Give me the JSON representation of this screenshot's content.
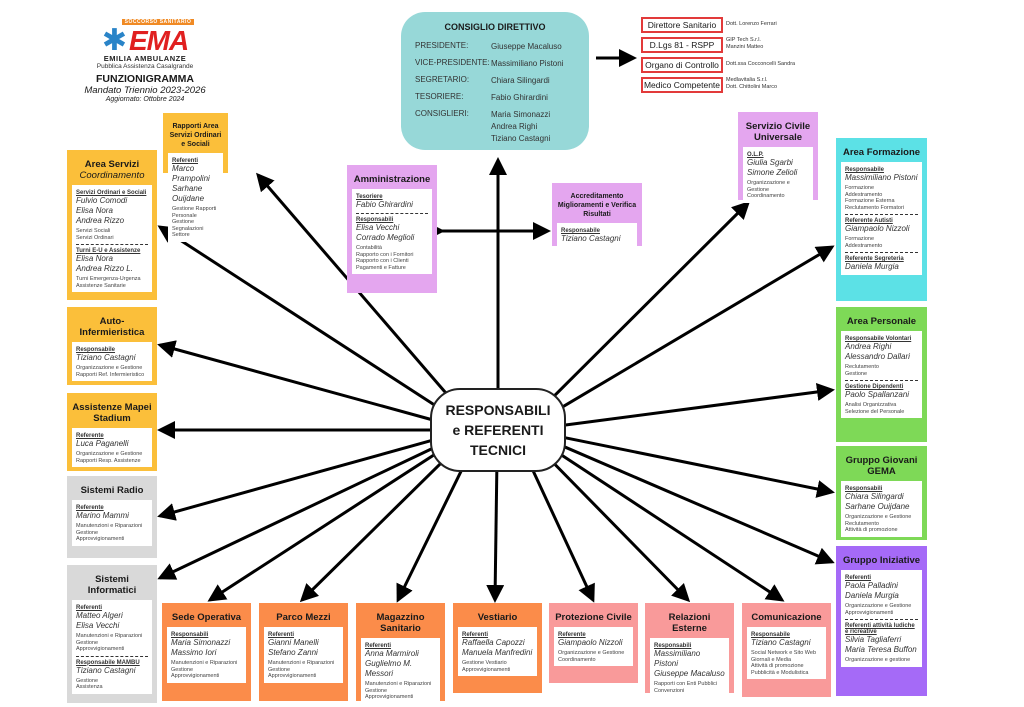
{
  "logo": {
    "badge": "SOCCORSO SANITARIO",
    "brand": "EMA",
    "name": "EMILIA AMBULANZE",
    "org": "Pubblica Assistenza Casalgrande",
    "title": "FUNZIONIGRAMMA",
    "mandate": "Mandato Triennio 2023-2026",
    "updated": "Aggiornato: Ottobre 2024"
  },
  "board": {
    "title": "CONSIGLIO DIRETTIVO",
    "rows": [
      {
        "role": "PRESIDENTE:",
        "names": [
          "Giuseppe Macaluso"
        ]
      },
      {
        "role": "VICE-PRESIDENTE:",
        "names": [
          "Massimiliano Pistoni"
        ]
      },
      {
        "role": "SEGRETARIO:",
        "names": [
          "Chiara Silingardi"
        ]
      },
      {
        "role": "TESORIERE:",
        "names": [
          "Fabio Ghirardini"
        ]
      },
      {
        "role": "CONSIGLIERI:",
        "names": [
          "Maria Simonazzi",
          "Andrea Righi",
          "Tiziano Castagni"
        ]
      }
    ]
  },
  "external": [
    {
      "role": "Direttore Sanitario",
      "info": [
        "Dott. Lorenzo Ferrari"
      ]
    },
    {
      "role": "D.Lgs 81 - RSPP",
      "info": [
        "GIP Tech S.r.l.",
        "Manzini Matteo"
      ]
    },
    {
      "role": "Organo di Controllo",
      "info": [
        "Dott.ssa Cocconcelli Sandra"
      ]
    },
    {
      "role": "Medico Competente",
      "info": [
        "Medlavitalia S.r.l.",
        "Dott. Chittolini Marco"
      ]
    }
  ],
  "hub": {
    "lines": [
      "RESPONSABILI",
      "e REFERENTI",
      "TECNICI"
    ]
  },
  "cards": {
    "area_servizi": {
      "title": "Area Servizi",
      "subtitle": "Coordinamento",
      "sections": [
        {
          "label": "Servizi Ordinari e Sociali",
          "names": [
            "Fulvio Comodi",
            "Elisa Nora",
            "Andrea Rizzo"
          ],
          "desc": [
            "Servizi Sociali",
            "Servizi Ordinari"
          ]
        },
        {
          "label": "Turni E-U e Assistenze",
          "names": [
            "Elisa Nora",
            "Andrea Rizzo L."
          ],
          "desc": [
            "Turni Emergenza-Urgenza",
            "Assistenze Sanitarie"
          ]
        }
      ]
    },
    "rapporti": {
      "title": "Rapporti Area Servizi Ordinari e Sociali",
      "sections": [
        {
          "label": "Referenti",
          "names": [
            "Marco Prampolini",
            "Sarhane Ouijdane"
          ],
          "desc": [
            "Gestione Rapporti Personale",
            "Gestione Segnalazioni Settore"
          ]
        }
      ]
    },
    "auto_inf": {
      "title": "Auto-Infermieristica",
      "sections": [
        {
          "label": "Responsabile",
          "names": [
            "Tiziano Castagni"
          ],
          "desc": [
            "Organizzazione e Gestione",
            "Rapporti Ref. Infermieristico"
          ]
        }
      ]
    },
    "mapei": {
      "title": "Assistenze Mapei Stadium",
      "sections": [
        {
          "label": "Referente",
          "names": [
            "Luca Paganelli"
          ],
          "desc": [
            "Organizzazione e Gestione",
            "Rapporti Resp. Assistenze"
          ]
        }
      ]
    },
    "radio": {
      "title": "Sistemi Radio",
      "sections": [
        {
          "label": "Referente",
          "names": [
            "Marino Mammi"
          ],
          "desc": [
            "Manutenzioni e Riparazioni",
            "Gestione",
            "Approvvigionamenti"
          ]
        }
      ]
    },
    "informatici": {
      "title": "Sistemi Informatici",
      "sections": [
        {
          "label": "Referenti",
          "names": [
            "Matteo Algeri",
            "Elisa Vecchi"
          ],
          "desc": [
            "Manutenzioni e Riparazioni",
            "Gestione",
            "Approvvigionamenti"
          ]
        },
        {
          "label": "Responsabile MAMBU",
          "names": [
            "Tiziano Castagni"
          ],
          "desc": [
            "Gestione",
            "Assistenza"
          ]
        }
      ]
    },
    "amministrazione": {
      "title": "Amministrazione",
      "sections": [
        {
          "label": "Tesoriere",
          "names": [
            "Fabio Ghirardini"
          ],
          "desc": []
        },
        {
          "label": "Responsabili",
          "names": [
            "Elisa Vecchi",
            "Corrado Meglioli"
          ],
          "desc": [
            "Contabilità",
            "Rapporto con i Fornitori",
            "Rapporto con i Clienti",
            "Pagamenti e Fatture"
          ]
        }
      ]
    },
    "accreditamento": {
      "title": "Accreditamento Miglioramenti e Verifica Risultati",
      "sections": [
        {
          "label": "Responsabile",
          "names": [
            "Tiziano Castagni"
          ],
          "desc": []
        }
      ]
    },
    "servizio_civile": {
      "title": "Servizio Civile Universale",
      "sections": [
        {
          "label": "O.L.P.",
          "names": [
            "Giulia Sgarbi",
            "Simone Zelioli"
          ],
          "desc": [
            "Organizzazione e Gestione",
            "Coordinamento"
          ]
        }
      ]
    },
    "formazione": {
      "title": "Area Formazione",
      "sections": [
        {
          "label": "Responsabile",
          "names": [
            "Massimiliano Pistoni"
          ],
          "desc": [
            "Formazione",
            "Addestramento",
            "Formazione Esterna",
            "Reclutamento Formatori"
          ]
        },
        {
          "label": "Referente Autisti",
          "names": [
            "Giampaolo Nizzoli"
          ],
          "desc": [
            "Formazione",
            "Addestramento"
          ]
        },
        {
          "label": "Referente Segreteria",
          "names": [
            "Daniela Murgia"
          ],
          "desc": []
        }
      ]
    },
    "personale": {
      "title": "Area Personale",
      "sections": [
        {
          "label": "Responsabile Volontari",
          "names": [
            "Andrea Righi",
            "Alessandro Dallari"
          ],
          "desc": [
            "Reclutamento",
            "Gestione"
          ]
        },
        {
          "label": "Gestione Dipendenti",
          "names": [
            "Paolo Spallanzani"
          ],
          "desc": [
            "Analisi Organizzativa",
            "Selezione del Personale"
          ]
        }
      ]
    },
    "giovani": {
      "title": "Gruppo Giovani GEMA",
      "sections": [
        {
          "label": "Responsabili",
          "names": [
            "Chiara Silingardi",
            "Sarhane Ouijdane"
          ],
          "desc": [
            "Organizzazione e Gestione",
            "Reclutamento",
            "Attività di promozione"
          ]
        }
      ]
    },
    "iniziative": {
      "title": "Gruppo Iniziative",
      "sections": [
        {
          "label": "Referenti",
          "names": [
            "Paola Palladini",
            "Daniela Murgia"
          ],
          "desc": [
            "Organizzazione e Gestione",
            "Approvvigionamenti"
          ]
        },
        {
          "label": "Referenti attività ludiche e ricreative",
          "names": [
            "Silvia Tagliaferri",
            "Maria Teresa Buffon"
          ],
          "desc": [
            "Organizzazione e gestione"
          ]
        }
      ]
    },
    "sede": {
      "title": "Sede Operativa",
      "sections": [
        {
          "label": "Responsabili",
          "names": [
            "Maria Simonazzi",
            "Massimo Iori"
          ],
          "desc": [
            "Manutenzioni e Riparazioni",
            "Gestione",
            "Approvvigionamenti"
          ]
        }
      ]
    },
    "parco": {
      "title": "Parco Mezzi",
      "sections": [
        {
          "label": "Referenti",
          "names": [
            "Gianni Manelli",
            "Stefano Zanni"
          ],
          "desc": [
            "Manutenzioni e Riparazioni",
            "Gestione",
            "Approvvigionamenti"
          ]
        }
      ]
    },
    "magazzino": {
      "title": "Magazzino Sanitario",
      "sections": [
        {
          "label": "Referenti",
          "names": [
            "Anna Marmiroli",
            "Guglielmo M. Messori"
          ],
          "desc": [
            "Manutenzioni e Riparazioni",
            "Gestione",
            "Approvvigionamenti"
          ]
        }
      ]
    },
    "vestiario": {
      "title": "Vestiario",
      "sections": [
        {
          "label": "Referenti",
          "names": [
            "Raffaella Capozzi",
            "Manuela Manfredini"
          ],
          "desc": [
            "Gestione Vestiario",
            "Approvvigionamenti"
          ]
        }
      ]
    },
    "protezione": {
      "title": "Protezione Civile",
      "sections": [
        {
          "label": "Referente",
          "names": [
            "Giampaolo Nizzoli"
          ],
          "desc": [
            "Organizzazione e Gestione",
            "Coordinamento"
          ]
        }
      ]
    },
    "relazioni": {
      "title": "Relazioni Esterne",
      "sections": [
        {
          "label": "Responsabili",
          "names": [
            "Massimiliano Pistoni",
            "Giuseppe Macaluso"
          ],
          "desc": [
            "Rapporti con Enti Pubblici",
            "Convenzioni"
          ]
        }
      ]
    },
    "comunicazione": {
      "title": "Comunicazione",
      "sections": [
        {
          "label": "Responsabile",
          "names": [
            "Tiziano Castagni"
          ],
          "desc": [
            "Social Network e Sito Web",
            "Giornali e Media",
            "Attività di promozione",
            "Pubblicità e Modulistica"
          ]
        }
      ]
    }
  }
}
